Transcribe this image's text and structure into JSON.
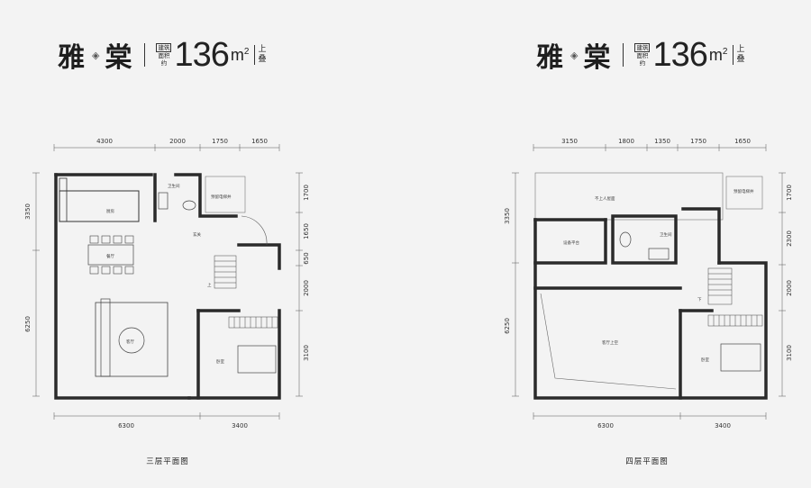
{
  "left": {
    "name": "雅",
    "name2": "棠",
    "dot": "◈",
    "tag_top": "建筑",
    "tag_mid": "面积",
    "tag_bot": "约",
    "area": "136",
    "unit": "m",
    "unit_sup": "2",
    "vtag_a": "上",
    "vtag_b": "叠",
    "top_dims": [
      "4300",
      "2000",
      "1750",
      "1650"
    ],
    "bottom_dims": [
      "6300",
      "3400"
    ],
    "left_dims": [
      "3350",
      "6250"
    ],
    "right_dims": [
      "1700",
      "1650",
      "650",
      "2000",
      "3100"
    ],
    "rooms": {
      "kitchen": "厨房",
      "wc": "卫生间",
      "elevator": "预留电梯井",
      "dining": "餐厅",
      "hall": "玄关",
      "living": "客厅",
      "bedroom": "卧室",
      "up": "上"
    },
    "caption": "三层平面图"
  },
  "right": {
    "name": "雅",
    "name2": "棠",
    "dot": "◈",
    "tag_top": "建筑",
    "tag_mid": "面积",
    "tag_bot": "约",
    "area": "136",
    "unit": "m",
    "unit_sup": "2",
    "vtag_a": "上",
    "vtag_b": "叠",
    "top_dims": [
      "3150",
      "1800",
      "1350",
      "1750",
      "1650"
    ],
    "bottom_dims": [
      "6300",
      "3400"
    ],
    "left_dims": [
      "3350",
      "6250"
    ],
    "right_dims": [
      "1700",
      "2300",
      "2000",
      "3100"
    ],
    "rooms": {
      "roof": "不上人屋面",
      "elevator": "预留电梯井",
      "terrace": "设备平台",
      "wc": "卫生间",
      "void": "客厅上空",
      "bedroom": "卧室",
      "down": "下"
    },
    "caption": "四层平面图"
  }
}
